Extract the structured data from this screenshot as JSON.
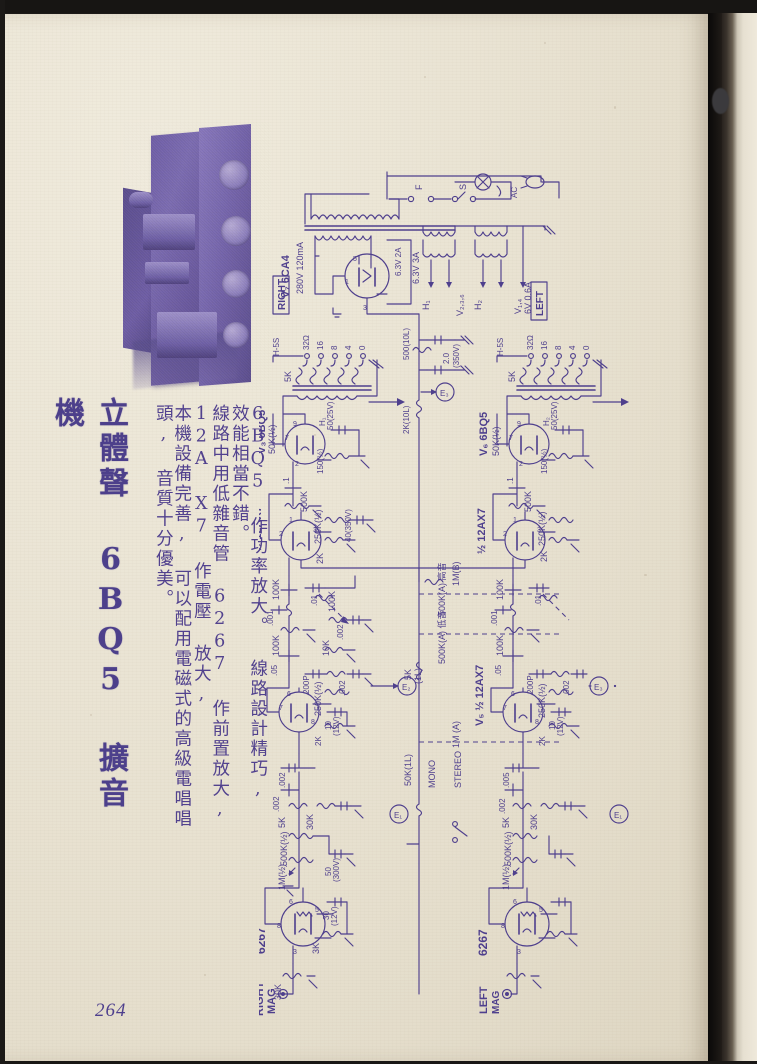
{
  "page": {
    "number": "264",
    "ink_color": "#4e3f8e",
    "paper_color": "#eae4d4"
  },
  "title": "立體聲 6BQ5 擴音機",
  "body_text": {
    "para1": "本機設備完善, 可以配用電磁式的高級電唱唱頭, 音質十分優美。",
    "para2": "線路中用低雜音管 6267 作前置放大, 12A X7 作電壓 放大,",
    "para3": "6BQ5 作功率放大。 線路設計精巧, 效能相當不錯。"
  },
  "photo": {
    "caption": "",
    "alt_name": "amplifier-chassis-photo"
  },
  "schematic": {
    "channel_labels": {
      "right": "RIGHT",
      "left": "LEFT"
    },
    "power_supply": {
      "rectifier_tube": "V₇ 6CA4",
      "ht_winding": "280V 120mA",
      "rect_heater": "6.3V 2A",
      "heater_winding_1": "6.3V 3A",
      "heater_winding_2": "6V 0.6A",
      "heater_nodes": [
        "H₁",
        "V₂,₃,₆",
        "H₂",
        "V₁,₄"
      ],
      "fuse": "F",
      "switch": "S",
      "pilot_lamp": "⊗",
      "mains": "AC",
      "filter_res": "500(10L)",
      "filter_caps": [
        "2.0 (350V)",
        "2.0 (350V)"
      ],
      "decoupling": "2K(10L)"
    },
    "right_channel": {
      "input_jack": "RIGHT MAG",
      "input_tube": "6267",
      "input_components": [
        "30K",
        "3K",
        "30 (12V)",
        "1M(½)",
        "500K(½)",
        "50 (300V)",
        "5K",
        "30K",
        ".002",
        ".002",
        ".002"
      ],
      "driver_tube": "V₂ ½ 12AX7",
      "driver_components": [
        "250K(½)",
        "10 (12V)",
        "2K",
        ".05",
        "200P",
        ".002",
        "100K",
        "100K",
        ".001",
        ".01",
        "10K",
        "100K"
      ],
      "tone_controls": [
        "500K(A) 高音",
        "500K(A) 低音",
        "5K (1L)"
      ],
      "phase_tube": "V₃ ½ 12AX7",
      "phase_components": [
        "250K(½)",
        "40(350V)",
        "2K",
        "500K",
        "100K",
        "1M(B)"
      ],
      "output_tube": "V₃ 6BQ5",
      "output_components": [
        "50K(½)",
        "150(½)",
        "50 (25V)",
        "H₁",
        ".1"
      ],
      "output_transformer": "5K H-5S",
      "speaker_taps": [
        "32Ω",
        "16",
        "8",
        "4",
        "0"
      ],
      "test_points": [
        "E₁",
        "E₂",
        "E₃"
      ]
    },
    "left_channel": {
      "input_jack": "LEFT MAG",
      "input_tube": "6267",
      "input_components": [
        "30K",
        "3K",
        "30 (12V)",
        "1M(½)",
        "500K(½)",
        "50 (300V)",
        "5K",
        "30K",
        ".002",
        ".005"
      ],
      "driver_tube": "V₅ ½ 12AX7",
      "driver_components": [
        "250K(½)",
        "10 (12V)",
        "2K",
        ".05",
        "200P",
        ".002",
        "100K",
        "100K",
        ".001",
        ".01"
      ],
      "tone_controls": [
        "500K(A) 高音",
        "500K(A) 低音",
        "1M (A)"
      ],
      "phase_tube": "V₆ ½ 12AX7",
      "phase_components": [
        "250K(½)",
        "2K",
        "500K",
        "100K"
      ],
      "output_tube": "V₆ 6BQ5",
      "output_components": [
        "50K(½)",
        "150(½)",
        "50 (25V)",
        "H₂",
        ".1"
      ],
      "output_transformer": "5K H-5S",
      "speaker_taps": [
        "32Ω",
        "16",
        "8",
        "4",
        "0"
      ],
      "test_points": [
        "E₁",
        "E₂",
        "E₃"
      ]
    },
    "misc_labels": [
      "STEREO",
      "MONO",
      "50K(1L)",
      "50K(1L)"
    ]
  }
}
